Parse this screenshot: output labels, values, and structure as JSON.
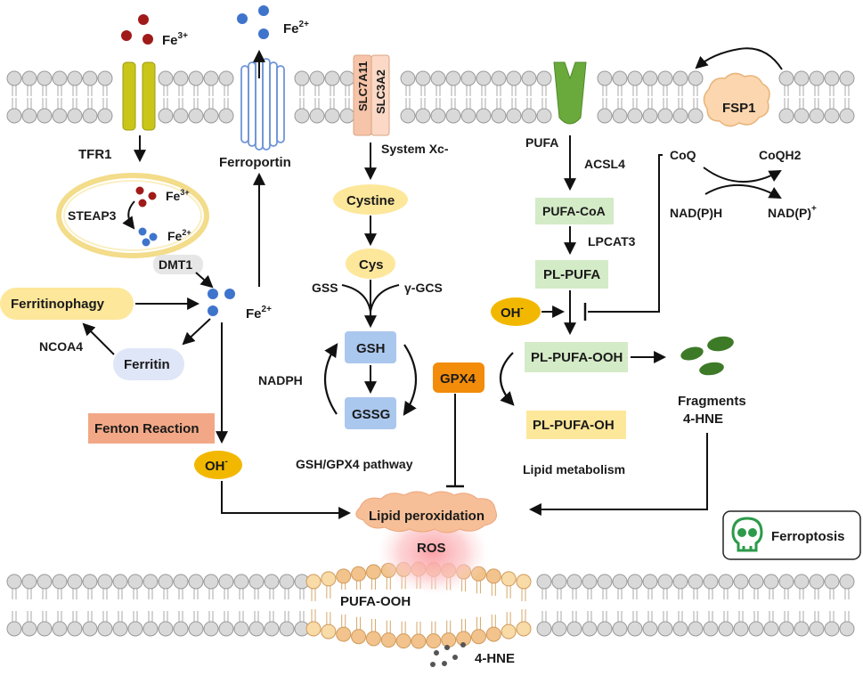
{
  "labels": {
    "fe3_top": "Fe",
    "fe3_top_sup": "3+",
    "fe2_top": "Fe",
    "fe2_top_sup": "2+",
    "tfr1": "TFR1",
    "ferroportin": "Ferroportin",
    "slc7a11": "SLC7A11",
    "slc3a2": "SLC3A2",
    "system_xc": "System Xc-",
    "pufa": "PUFA",
    "acsl4": "ACSL4",
    "fsp1": "FSP1",
    "coq": "CoQ",
    "coqh2": "CoQH2",
    "nadph_fsp": "NAD(P)H",
    "nadp_plus": "NAD(P)",
    "nadp_plus_sup": "+",
    "steap3": "STEAP3",
    "fe3_endo": "Fe",
    "fe3_endo_sup": "3+",
    "fe2_endo": "Fe",
    "fe2_endo_sup": "2+",
    "dmt1": "DMT1",
    "ferritinophagy": "Ferritinophagy",
    "fe2_cyto": "Fe",
    "fe2_cyto_sup": "2+",
    "ncoa4": "NCOA4",
    "ferritin": "Ferritin",
    "fenton": "Fenton Reaction",
    "oh_left": "OH",
    "oh_left_sup": "-",
    "cystine": "Cystine",
    "cys": "Cys",
    "gss": "GSS",
    "gamma_gcs": "γ-GCS",
    "gsh": "GSH",
    "gssg": "GSSG",
    "nadph": "NADPH",
    "gpx4": "GPX4",
    "gsh_gpx4_pathway": "GSH/GPX4 pathway",
    "pufa_coa": "PUFA-CoA",
    "lpcat3": "LPCAT3",
    "pl_pufa": "PL-PUFA",
    "oh_right": "OH",
    "oh_right_sup": "-",
    "pl_pufa_ooh": "PL-PUFA-OOH",
    "pl_pufa_oh": "PL-PUFA-OH",
    "lipid_metabolism": "Lipid metabolism",
    "fragments": "Fragments",
    "hne_fragments": "4-HNE",
    "lipid_peroxidation": "Lipid peroxidation",
    "ros": "ROS",
    "pufa_ooh": "PUFA-OOH",
    "hne_bottom": "4-HNE",
    "ferroptosis": "Ferroptosis"
  },
  "icons": {
    "ferroptosis": "skull-icon"
  },
  "colors": {
    "fe3": "#a01a1a",
    "fe2": "#3f74cc",
    "tfr1": "#c9c619",
    "ferroportin": "#6f95d8",
    "slc": "#f6c4a8",
    "pufa_channel": "#6aaa3c",
    "fsp1": "#fbd6ae",
    "yellow_node": "#fde79a",
    "oh_node": "#f2b800",
    "gsh_node": "#aac7ee",
    "ferritin_node": "#dfe6f7",
    "green_node": "#d4ebc7",
    "gpx4": "#f28c0a",
    "fenton": "#f2a887",
    "lipid_cloud": "#f6bf98",
    "ros_glow": "#fbb1b6",
    "membrane_head": "#d9d9d9",
    "oxidized_head": "#f2c38c",
    "oxidized_head_outer": "#f8dba7",
    "fragment": "#3d7a27",
    "skull": "#2c9a4a"
  }
}
